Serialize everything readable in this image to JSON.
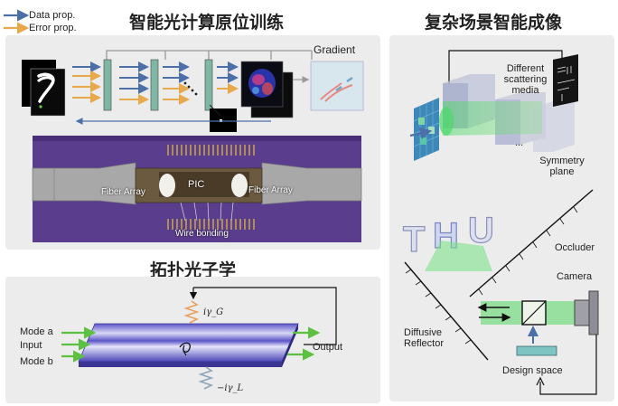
{
  "legend": {
    "data_prop": "Data prop.",
    "error_prop": "Error prop."
  },
  "colors": {
    "data_arrow": "#4d6fa8",
    "error_arrow": "#e8a94d",
    "green": "#61c84a",
    "pcb": "#5a3d8c",
    "panel_bg": "#ececec"
  },
  "training": {
    "title": "智能光计算原位训练",
    "gradient_label": "Gradient",
    "chip_labels": {
      "pic": "PIC",
      "fiber_left": "Fiber Array",
      "fiber_right": "Fiber Array",
      "wire": "Wire bonding"
    }
  },
  "topology": {
    "title": "拓扑光子学",
    "labels": {
      "mode_a": "Mode a",
      "input": "Input",
      "mode_b": "Mode b",
      "output": "Output",
      "gain": "iγ_G",
      "loss": "−iγ_L"
    }
  },
  "imaging": {
    "title": "复杂场景智能成像",
    "labels": {
      "media": "Different scattering media",
      "symmetry": "Symmetry plane",
      "occluder": "Occluder",
      "camera": "Camera",
      "reflector": "Diffusive Reflector",
      "design": "Design space",
      "letters": "THU",
      "dots": "..."
    }
  }
}
